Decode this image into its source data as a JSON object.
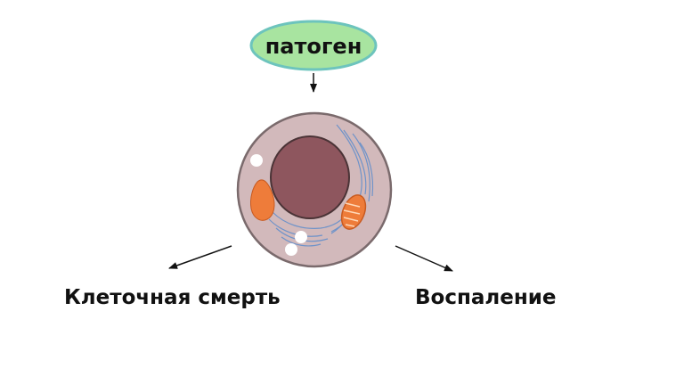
{
  "pathogen": {
    "label": "патоген",
    "fill_color": "#a8e4a0",
    "border_color": "#6dc4bd"
  },
  "cell": {
    "cytoplasm_color": "#d2b9bb",
    "membrane_color": "#7a6a6c",
    "nucleus_color": "#8e565e",
    "organelle_color": "#ee7c3a",
    "reticulum_color": "#6f93c9",
    "vesicle_color": "#ffffff"
  },
  "outcomes": {
    "left_label": "Клеточная смерть",
    "right_label": "Воспаление"
  },
  "arrow_color": "#111111"
}
